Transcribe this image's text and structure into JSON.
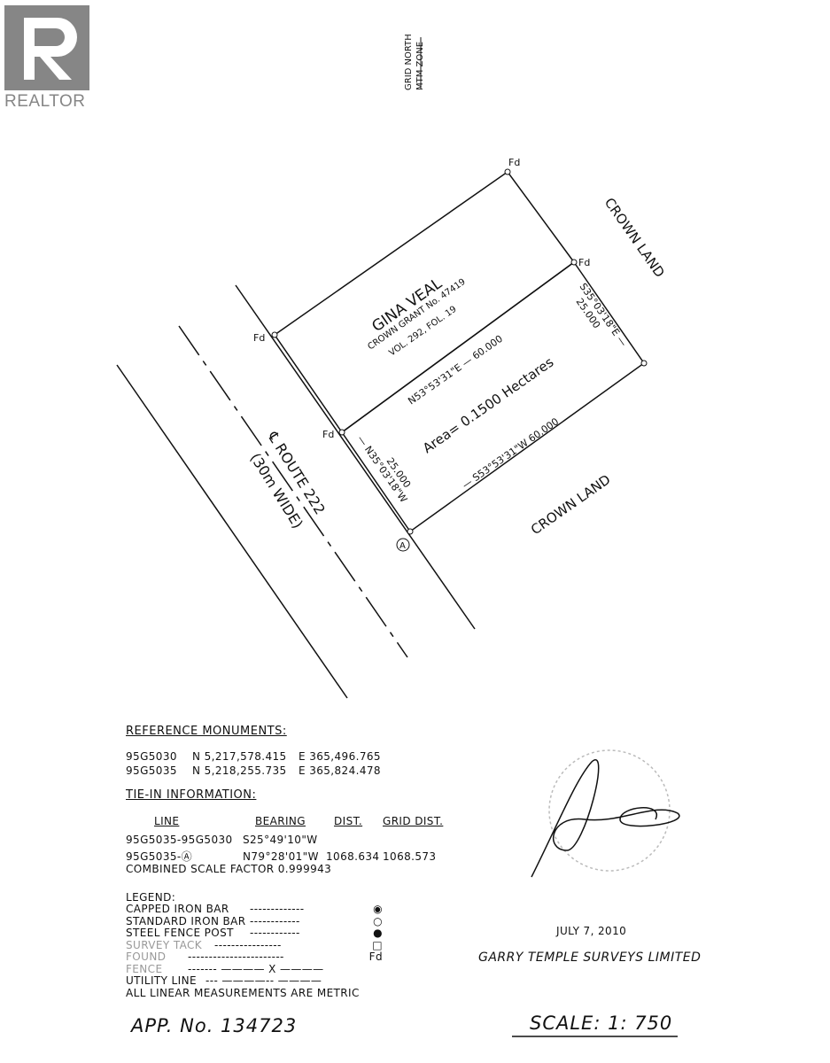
{
  "branding": {
    "logo_text": "REALTOR",
    "logo_mark": "R"
  },
  "north": {
    "line1": "GRID NORTH",
    "line2": "MTM ZONE"
  },
  "plan": {
    "owner": "GINA VEAL",
    "grant": "CROWN GRANT No. 47419",
    "volume": "VOL. 292, FOL. 19",
    "area": "Area= 0.1500 Hectares",
    "bearing_north": "N53°53'31\"E — 60.000",
    "bearing_south": "— S53°53'31\"W   60.000",
    "bearing_east": "S35°03'18\"E —",
    "dist_east": "25.000",
    "bearing_west": "— N35°03'18\"W",
    "dist_west": "25.000",
    "crown_land_top": "CROWN LAND",
    "crown_land_bottom": "CROWN LAND",
    "route": "℄ ROUTE 222",
    "route_width": "(30m WIDE)",
    "found_label": "Fd",
    "point_a": "A"
  },
  "reference": {
    "title": "REFERENCE MONUMENTS:",
    "rows": [
      {
        "id": "95G5030",
        "north": "N 5,217,578.415",
        "east": "E 365,496.765"
      },
      {
        "id": "95G5035",
        "north": "N 5,218,255.735",
        "east": "E 365,824.478"
      }
    ]
  },
  "tiein": {
    "title": "TIE-IN INFORMATION:",
    "headers": [
      "LINE",
      "BEARING",
      "DIST.",
      "GRID DIST."
    ],
    "rows": [
      [
        "95G5035-95G5030",
        "S25°49'10\"W",
        "",
        ""
      ],
      [
        "95G5035-Ⓐ",
        "N79°28'01\"W",
        "1068.634",
        "1068.573"
      ]
    ],
    "scale_factor": "COMBINED SCALE FACTOR 0.999943"
  },
  "legend": {
    "title": "LEGEND:",
    "items": [
      {
        "label": "CAPPED IRON BAR",
        "line": "-------------",
        "symbol": "◉"
      },
      {
        "label": "STANDARD IRON BAR",
        "line": "------------",
        "symbol": "○"
      },
      {
        "label": "STEEL FENCE POST",
        "line": "------------",
        "symbol": "●"
      },
      {
        "label": "SURVEY TACK",
        "line": "----------------",
        "symbol": "□"
      },
      {
        "label": "FOUND",
        "line": "-----------------------",
        "symbol": "Fd"
      },
      {
        "label": "FENCE",
        "line": "------- ———— X ————",
        "symbol": ""
      },
      {
        "label": "UTILITY LINE",
        "line": "--- ————-- ————",
        "symbol": ""
      }
    ],
    "note": "ALL LINEAR MEASUREMENTS ARE METRIC"
  },
  "app_no": "APP. No. 134723",
  "date": "JULY 7, 2010",
  "company": "GARRY TEMPLE SURVEYS LIMITED",
  "scale": "SCALE:  1: 750"
}
